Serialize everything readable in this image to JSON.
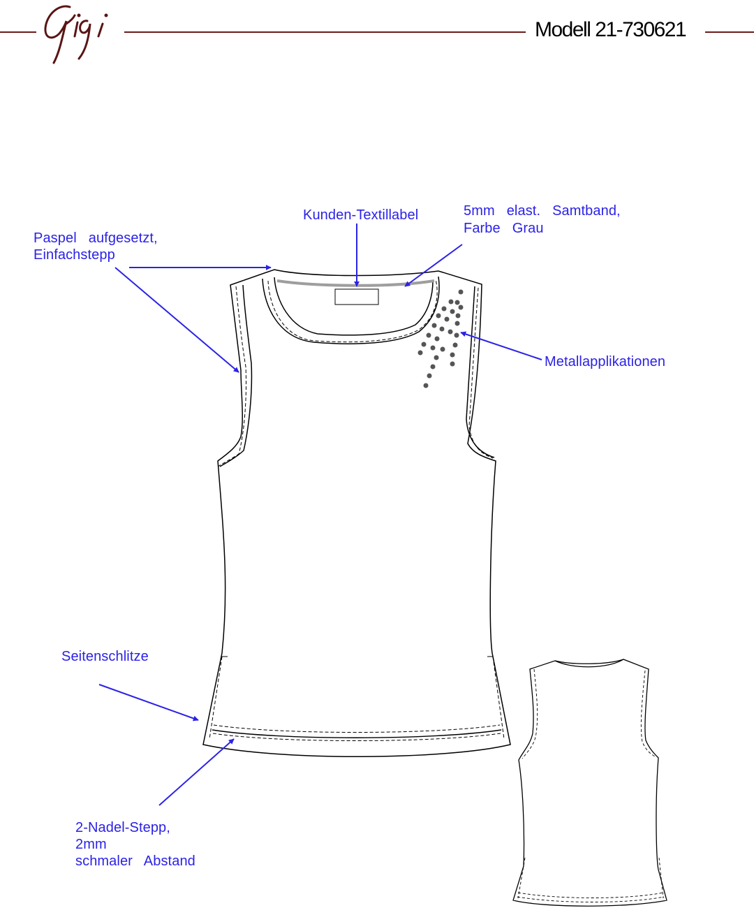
{
  "header": {
    "brand": "Gigi",
    "model": "Modell 21-730621"
  },
  "colors": {
    "brand_line": "#6b1b1b",
    "annotation": "#2b22e6",
    "rhinestone": "#555555"
  },
  "icons": {
    "logo": "gigi-signature-logo",
    "arrow": "arrowhead"
  },
  "annotations": {
    "kunden_textillabel": "Kunden-Textillabel",
    "samtband_line1": "5mm   elast.   Samtband,",
    "samtband_line2": "Farbe   Grau",
    "paspel_line1": "Paspel   aufgesetzt,",
    "paspel_line2": "Einfachstepp",
    "metallapplikationen": "Metallapplikationen",
    "seitenschlitze": "Seitenschlitze",
    "stepp_line1": "2-Nadel-Stepp,",
    "stepp_line2": "2mm",
    "stepp_line3": "schmaler   Abstand"
  }
}
